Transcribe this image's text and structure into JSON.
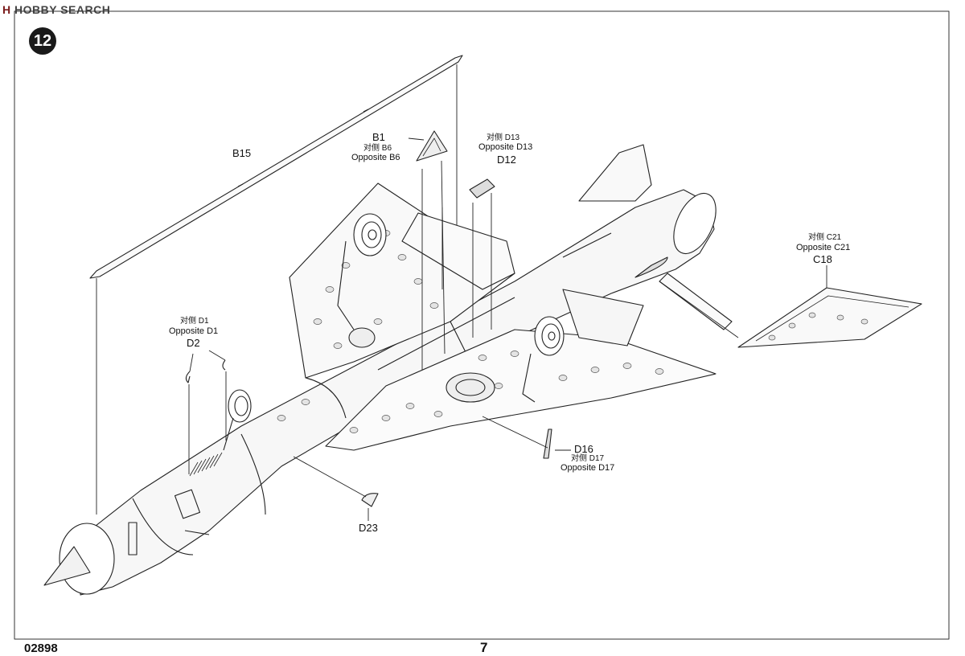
{
  "watermark": {
    "prefix": "H",
    "text": "HOBBY SEARCH"
  },
  "step_number": "12",
  "footer": {
    "product_code": "02898",
    "page_number": "7"
  },
  "parts": {
    "b15": {
      "name": "B15"
    },
    "b1": {
      "name": "B1",
      "opposite_cn": "对侧 B6",
      "opposite_en": "Opposite B6"
    },
    "d12": {
      "opposite_cn": "对侧 D13",
      "opposite_en": "Opposite D13",
      "name": "D12"
    },
    "c18": {
      "opposite_cn": "对侧 C21",
      "opposite_en": "Opposite C21",
      "name": "C18"
    },
    "d2": {
      "opposite_cn": "对侧 D1",
      "opposite_en": "Opposite D1",
      "name": "D2"
    },
    "d16": {
      "name": "D16",
      "opposite_cn": "对侧 D17",
      "opposite_en": "Opposite D17"
    },
    "d23": {
      "name": "D23"
    }
  }
}
